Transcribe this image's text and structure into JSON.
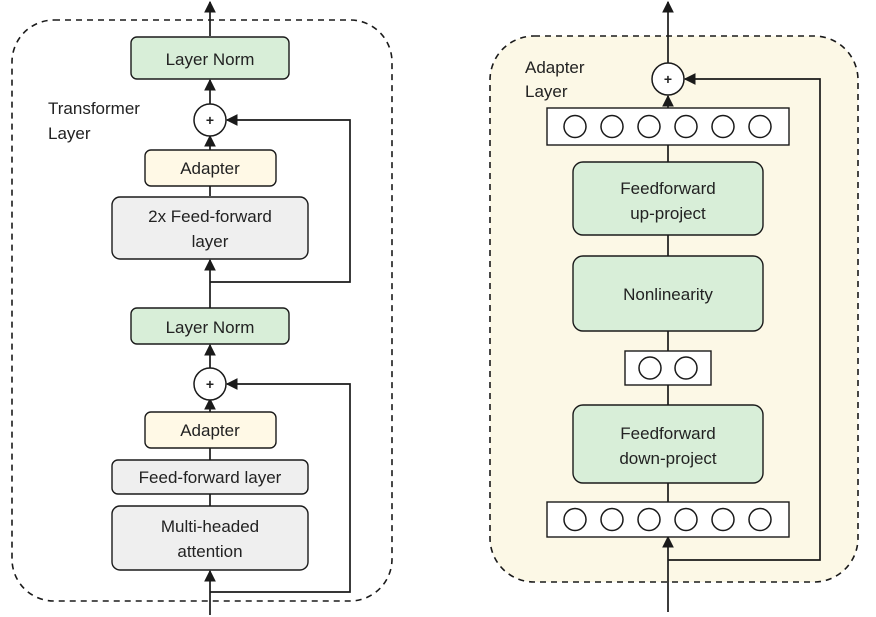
{
  "colors": {
    "green_box": "#d8eed8",
    "yellow_box": "#fff9e6",
    "gray_box": "#efefef",
    "adapter_panel_bg": "#fcf8e6",
    "stroke": "#1a1a1a"
  },
  "transformer": {
    "title_line1": "Transformer",
    "title_line2": "Layer",
    "layer_norm_top": "Layer Norm",
    "plus_top": "+",
    "adapter_top": "Adapter",
    "ffn2x_line1": "2x Feed-forward",
    "ffn2x_line2": "layer",
    "layer_norm_mid": "Layer Norm",
    "plus_bottom": "+",
    "adapter_bottom": "Adapter",
    "ffn": "Feed-forward layer",
    "mha_line1": "Multi-headed",
    "mha_line2": "attention"
  },
  "adapter": {
    "title_line1": "Adapter",
    "title_line2": "Layer",
    "plus": "+",
    "up_line1": "Feedforward",
    "up_line2": "up-project",
    "nonlinearity": "Nonlinearity",
    "down_line1": "Feedforward",
    "down_line2": "down-project"
  }
}
